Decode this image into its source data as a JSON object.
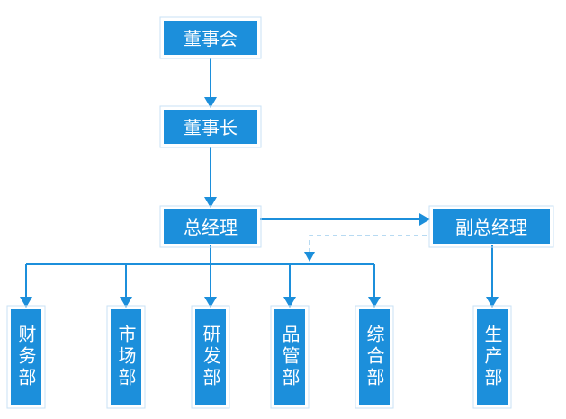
{
  "colors": {
    "box": "#1c8fdb",
    "line": "#1c8fdb",
    "dashed_line": "#9fcdee",
    "text": "#ffffff"
  },
  "nodes": {
    "board": "董事会",
    "chairman": "董事长",
    "general_manager": "总经理",
    "deputy_general_manager": "副总经理",
    "finance": "财务部",
    "marketing": "市场部",
    "rnd": "研发部",
    "quality": "品管部",
    "general_affairs": "综合部",
    "production": "生产部"
  }
}
